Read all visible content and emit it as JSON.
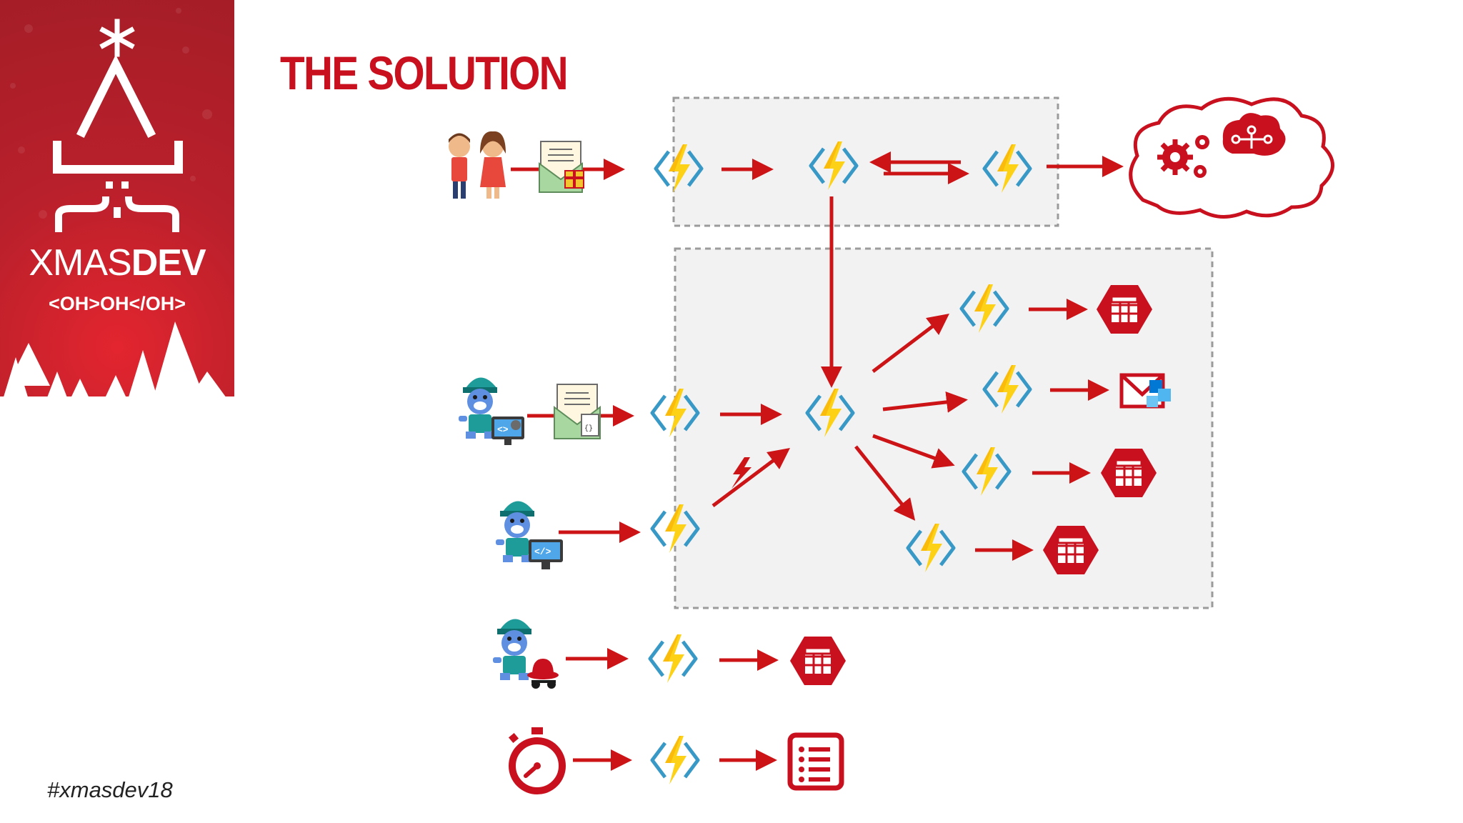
{
  "slide": {
    "title": "THE SOLUTION",
    "hashtag": "#xmasdev18"
  },
  "brand": {
    "name_light": "XMAS",
    "name_bold": "DEV",
    "tagline": "<OH>OH</OH>"
  },
  "colors": {
    "brand_red": "#c8101e",
    "sidebar_red": "#b9202b",
    "arrow_red": "#cc1417",
    "function_yellow": "#fcd116",
    "function_blue": "#3999c6",
    "group_fill": "#f2f2f3",
    "group_border": "#9b9b9b"
  },
  "diagram": {
    "icons": [
      "kids-icon",
      "letter-gift-icon",
      "elf-developer-icon",
      "letter-json-icon",
      "elf-api-icon",
      "elf-disguise-icon",
      "stopwatch-icon",
      "azure-function-icon",
      "table-storage-icon",
      "email-queue-icon",
      "list-document-icon",
      "cognitive-services-cloud-icon"
    ]
  }
}
